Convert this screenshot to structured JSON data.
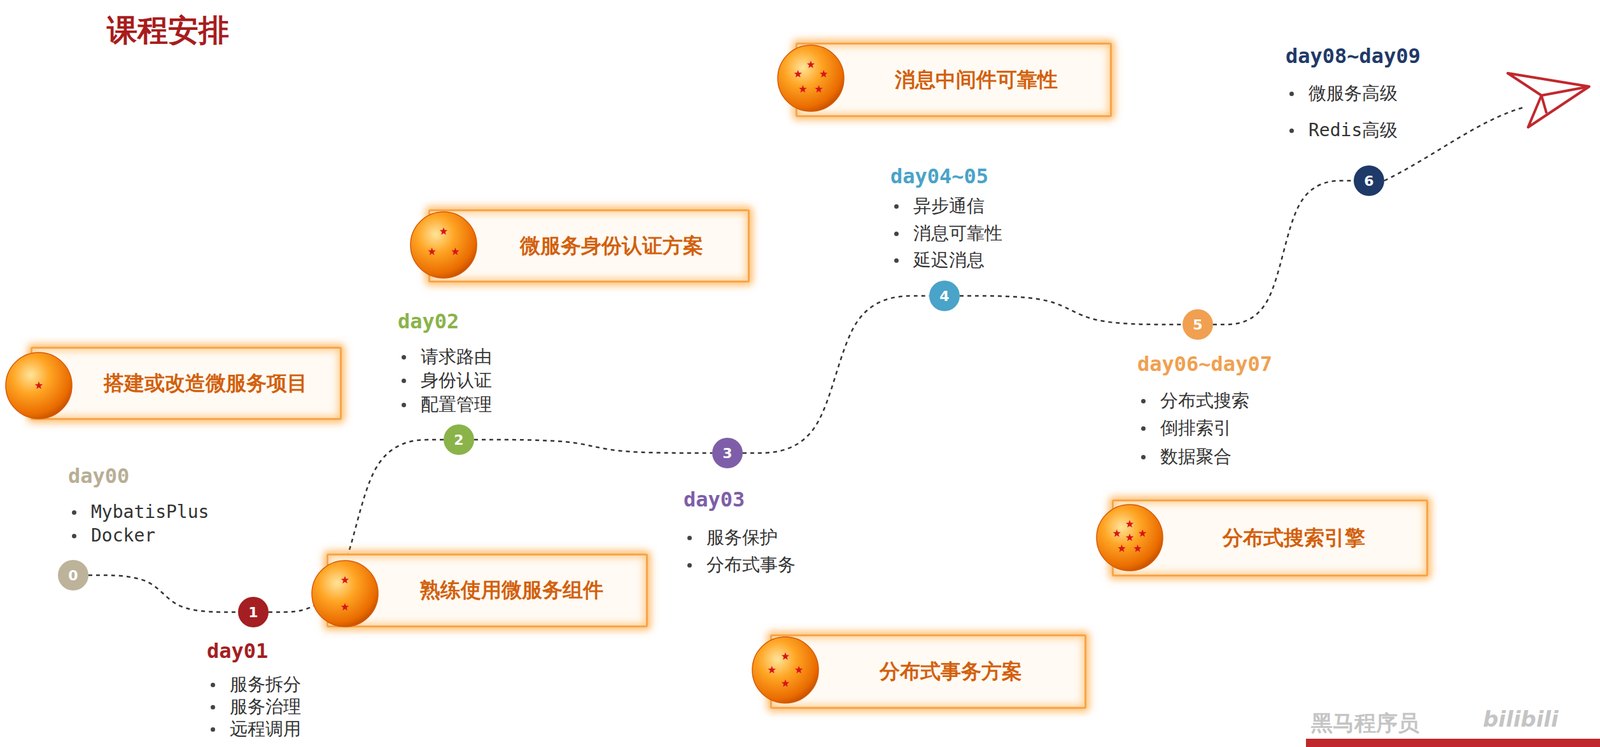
{
  "diagram": {
    "title": "课程安排",
    "nodes": [
      {
        "text": [
          "0"
        ]
      },
      {
        "text": [
          "1"
        ]
      },
      {
        "text": [
          "2"
        ]
      },
      {
        "text": [
          "3"
        ]
      },
      {
        "text": [
          "4"
        ]
      },
      {
        "text": [
          "5"
        ]
      },
      {
        "text": [
          "6"
        ]
      },
      {
        "text": [
          "搭建或改造微服务项目"
        ]
      },
      {
        "text": [
          "熟练使用微服务组件"
        ]
      },
      {
        "text": [
          "微服务身份认证方案"
        ]
      },
      {
        "text": [
          "分布式事务方案"
        ]
      },
      {
        "text": [
          "消息中间件可靠性"
        ]
      },
      {
        "text": [
          "分布式搜索引擎"
        ]
      }
    ],
    "edges": [
      {
        "from": 0,
        "to": 1,
        "arrow": "none"
      },
      {
        "from": 1,
        "to": 2,
        "arrow": "none"
      },
      {
        "from": 2,
        "to": 3,
        "arrow": "none"
      },
      {
        "from": 3,
        "to": 4,
        "arrow": "none"
      },
      {
        "from": 4,
        "to": 5,
        "arrow": "none"
      },
      {
        "from": 5,
        "to": 6,
        "arrow": "none"
      }
    ],
    "labels": [
      "day00",
      "MybatisPlus",
      "Docker",
      "day01",
      "服务拆分",
      "服务治理",
      "远程调用",
      "day02",
      "请求路由",
      "身份认证",
      "配置管理",
      "day03",
      "服务保护",
      "分布式事务",
      "day04~05",
      "异步通信",
      "消息可靠性",
      "延迟消息",
      "day06~day07",
      "分布式搜索",
      "倒排索引",
      "数据聚合",
      "day08~day09",
      "微服务高级",
      "Redis高级",
      "黑马程序员",
      "bilibili"
    ]
  }
}
